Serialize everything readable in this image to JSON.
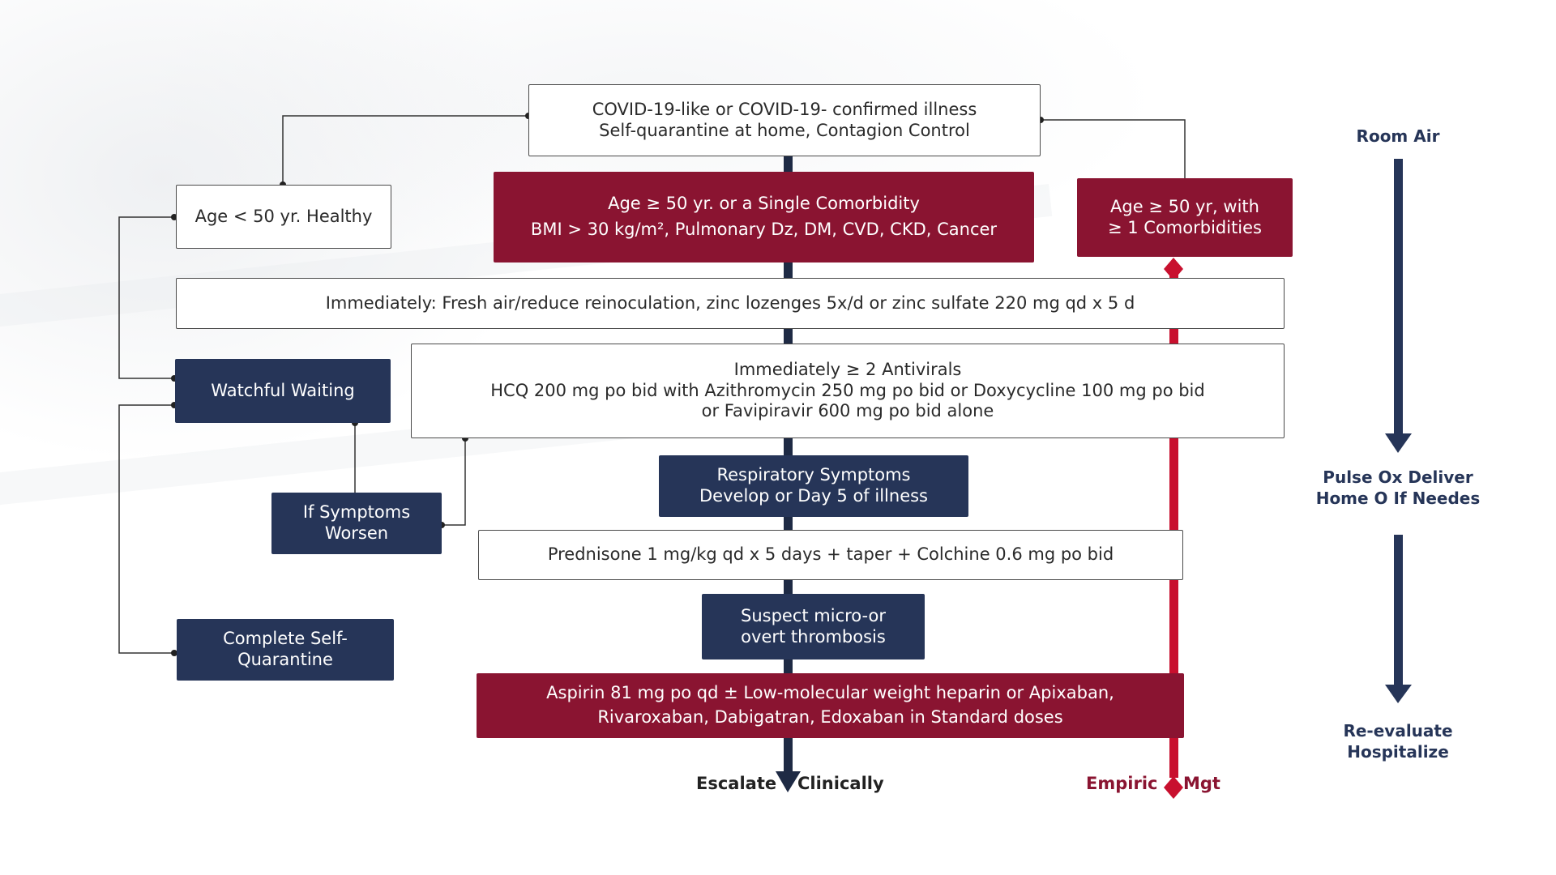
{
  "top_box": {
    "line1": "COVID-19-like or COVID-19- confirmed illness",
    "line2": "Self-quarantine at home, Contagion Control"
  },
  "left_box": {
    "label": "Age < 50 yr. Healthy"
  },
  "center_red": {
    "line1": "Age ≥ 50 yr. or a Single Comorbidity",
    "line2": "BMI > 30 kg/m², Pulmonary Dz, DM, CVD, CKD, Cancer"
  },
  "right_red": {
    "line1": "Age ≥ 50 yr, with",
    "line2": "≥ 1 Comorbidities"
  },
  "immediately_box": {
    "label": "Immediately: Fresh air/reduce reinoculation, zinc lozenges 5x/d or zinc sulfate 220 mg qd x 5 d"
  },
  "watchful": {
    "label": "Watchful Waiting"
  },
  "antivirals_box": {
    "line1": "Immediately ≥ 2 Antivirals",
    "line2": "HCQ 200 mg po bid with Azithromycin 250 mg po bid or Doxycycline 100 mg po bid",
    "line3": "or Favipiravir 600 mg po bid alone"
  },
  "symptoms_worsen": {
    "line1": "If Symptoms",
    "line2": "Worsen"
  },
  "respiratory": {
    "line1": "Respiratory Symptoms",
    "line2": "Develop or Day 5 of illness"
  },
  "prednisone": {
    "label": "Prednisone 1 mg/kg qd x 5 days + taper + Colchine 0.6 mg po bid"
  },
  "complete": {
    "line1": "Complete Self-",
    "line2": "Quarantine"
  },
  "thrombosis": {
    "line1": "Suspect micro-or",
    "line2": "overt thrombosis"
  },
  "aspirin": {
    "line1": "Aspirin 81 mg po qd ± Low-molecular weight heparin or Apixaban,",
    "line2": "Rivaroxaban, Dabigatran, Edoxaban in Standard doses"
  },
  "bottom_labels": {
    "escalate": "Escalate",
    "clinically": "Clinically",
    "empiric": "Empiric",
    "mgt": "Mgt"
  },
  "side_scale": {
    "room_air": "Room Air",
    "pulse_line1": "Pulse Ox Deliver",
    "pulse_line2": "Home O  If Needes",
    "reeval_line1": "Re-evaluate",
    "reeval_line2": "Hospitalize"
  },
  "colors": {
    "navy": "#263558",
    "crimson": "#8a1431",
    "bright_red": "#c8102e"
  }
}
